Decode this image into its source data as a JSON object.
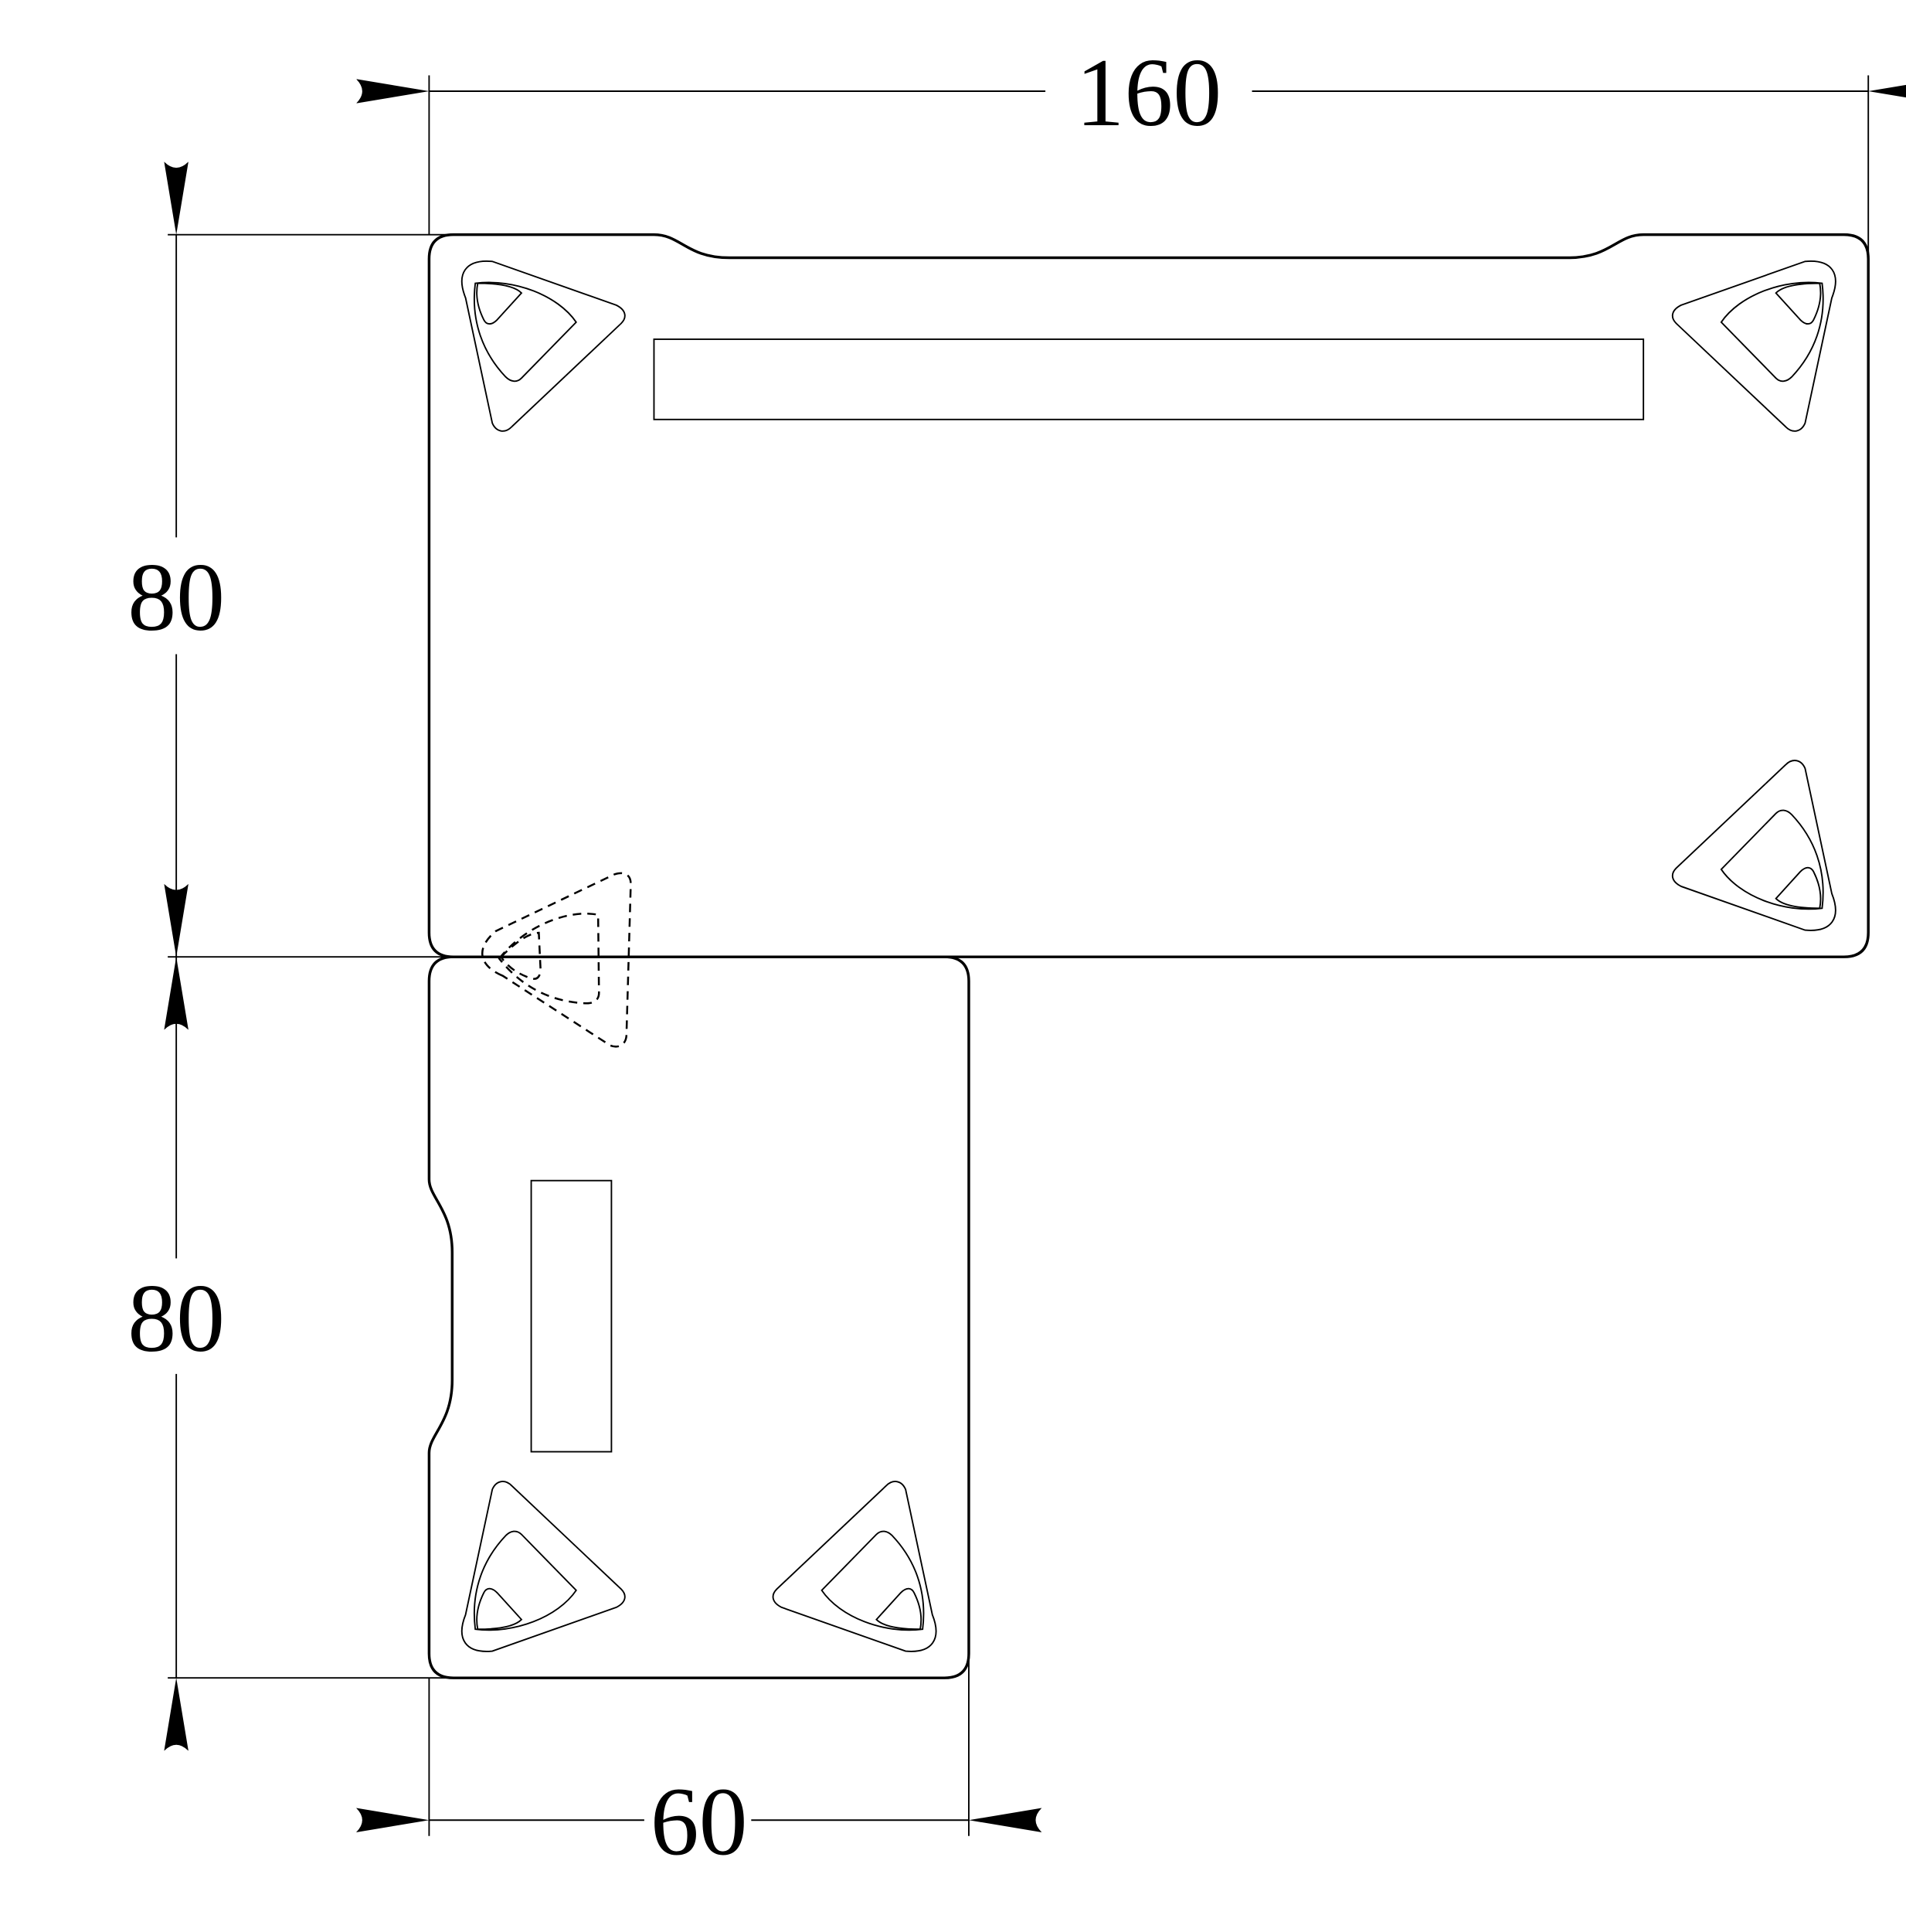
{
  "dimensions": {
    "top_width": "160",
    "left_upper_height": "80",
    "left_lower_height": "80",
    "bottom_width": "60"
  },
  "colors": {
    "line": "#000000",
    "background": "#ffffff"
  }
}
